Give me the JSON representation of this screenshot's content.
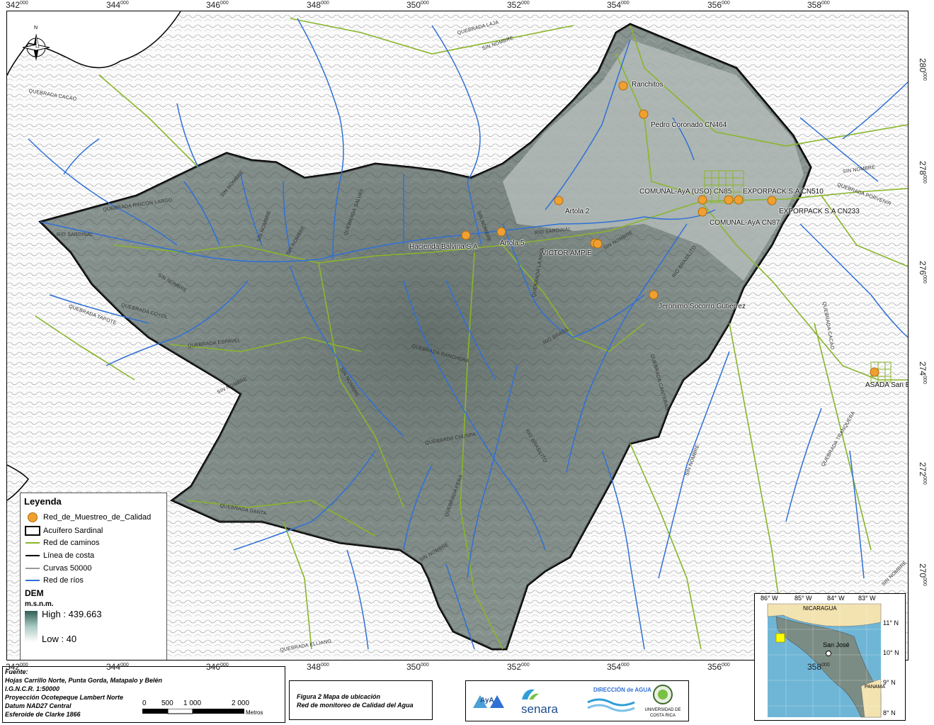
{
  "map": {
    "x_ticks": [
      {
        "main": "342",
        "sup": "000"
      },
      {
        "main": "344",
        "sup": "000"
      },
      {
        "main": "346",
        "sup": "000"
      },
      {
        "main": "348",
        "sup": "000"
      },
      {
        "main": "350",
        "sup": "000"
      },
      {
        "main": "352",
        "sup": "000"
      },
      {
        "main": "354",
        "sup": "000"
      },
      {
        "main": "356",
        "sup": "000"
      },
      {
        "main": "358",
        "sup": "000"
      }
    ],
    "y_ticks": [
      {
        "main": "280",
        "sup": "000"
      },
      {
        "main": "278",
        "sup": "000"
      },
      {
        "main": "276",
        "sup": "000"
      },
      {
        "main": "274",
        "sup": "000"
      },
      {
        "main": "272",
        "sup": "000"
      },
      {
        "main": "270",
        "sup": "000"
      }
    ],
    "north_label": "N",
    "sampling_points": [
      {
        "label": "Ranchitos"
      },
      {
        "label": "Pedro Coronado CN464"
      },
      {
        "label": "COMUNAL-AyA (USO) CN85"
      },
      {
        "label": "EXPORPACK S.A CN510"
      },
      {
        "label": "EXPORPACK S.A CN233"
      },
      {
        "label": "COMUNAL-AyA CN87"
      },
      {
        "label": "Artola 2"
      },
      {
        "label": "Hacienda Balvina S.A"
      },
      {
        "label": "Artola 5"
      },
      {
        "label": "VICTOR AMPIE"
      },
      {
        "label": "Jerónimo Socorro Gutiérrez"
      },
      {
        "label": "ASADA San Blas"
      }
    ],
    "river_labels": [
      "RIO SARDINAL",
      "QUEBRADA RINCON LARGO",
      "SIN NOMBRE",
      "SIN NOMBRE",
      "SIN NOMBRE",
      "QUEBRADA SALVAS",
      "SIN NOMBRE",
      "RIO SARDINAL",
      "SIN NOMBRE",
      "RIO BRASILITO",
      "QUEBRADA LA NINA",
      "RIO BRASIL",
      "QUEBRADA RANCHERA",
      "SIN NOMBRE",
      "QUEBRADA ESPAVEL",
      "QUEBRADA COYOL",
      "QUEBRADA TAPOTE",
      "SIN NOMBRE",
      "QUEBRADA CHUSPA",
      "RIO BRASILITO",
      "QUEBRADA PERA",
      "SIN NOMBRE",
      "QUEBRADA CANTERAS",
      "QUEBRADA DANTA",
      "SIN NOMBRE",
      "QUEBRADA LAJA",
      "SIN NOMBRE",
      "QUEBRADA PORVENIR",
      "SIN NOMBRE",
      "QUEBRADA TRANQUERA",
      "QUEBRADA ELLIANO",
      "QUEBRADA CACAO",
      "SIN NOMBRE",
      "QUEBRADA CACAO",
      "SIN NOMBRE"
    ],
    "colors": {
      "aquifer_fill": "#7e8a86",
      "aquifer_border": "#000000",
      "roads": "#8ab62a",
      "rivers": "#2f70d6",
      "contours": "#9a9a9a",
      "sample_point": "#f0a030"
    }
  },
  "legend": {
    "title": "Leyenda",
    "items": [
      {
        "label": "Red_de_Muestreo_de_Calidad",
        "symbol": "dot"
      },
      {
        "label": "Acuífero Sardinal",
        "symbol": "box"
      },
      {
        "label": "Red de caminos",
        "symbol": "line",
        "color": "#8ab62a"
      },
      {
        "label": "Línea de costa",
        "symbol": "line",
        "color": "#000000"
      },
      {
        "label": "Curvas 50000",
        "symbol": "line",
        "color": "#9a9a9a"
      },
      {
        "label": "Red de ríos",
        "symbol": "line",
        "color": "#2f70d6"
      }
    ],
    "dem_title": "DEM",
    "dem_unit": "m.s.n.m.",
    "dem_high": "High : 439.663",
    "dem_low": "Low : 40"
  },
  "source": {
    "lines": [
      "Fuente:",
      "Hojas Carrillo Norte, Punta Gorda, Matapalo y Belén",
      "I.G.N.C.R. 1:50000",
      "Proyección Ocotepeque Lambert Norte",
      "Datum NAD27 Central",
      "Esferoide de Clarke 1866"
    ],
    "scale_labels": [
      "0",
      "500",
      "1 000",
      "2 000"
    ],
    "scale_unit": "Metros"
  },
  "figure": {
    "line1": "Figura 2 Mapa de ubicación",
    "line2": "Red de monitoreo de Calidad del Agua"
  },
  "logos": {
    "aya": "AyA",
    "senara": "senara",
    "direccion": "DIRECCIÓN de AGUA",
    "ucr": "UNIVERSIDAD DE COSTA RICA"
  },
  "inset": {
    "lon_labels": [
      "86° W",
      "85° W",
      "84° W",
      "83° W"
    ],
    "lat_labels": [
      "11° N",
      "10° N",
      "9° N",
      "8° N"
    ],
    "country_top": "NICARAGUA",
    "capital": "San José",
    "country_bottom": "PANAMA"
  }
}
